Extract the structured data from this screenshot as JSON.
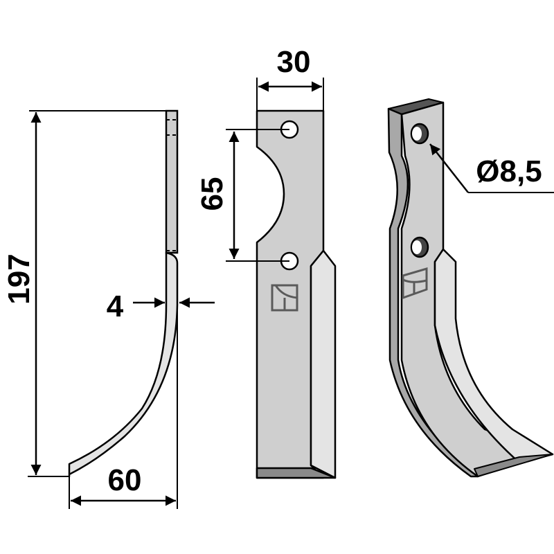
{
  "diagram": {
    "subject": "Rotary tiller blade technical drawing",
    "views": [
      {
        "name": "side-view",
        "description": "Side profile of curved blade"
      },
      {
        "name": "front-view",
        "description": "Front view with mounting holes"
      },
      {
        "name": "perspective-view",
        "description": "3D perspective of blade"
      }
    ],
    "dimensions": {
      "height": "197",
      "thickness": "4",
      "width_bottom": "60",
      "width_top": "30",
      "hole_spacing": "65",
      "hole_diameter": "Ø8,5"
    },
    "colors": {
      "line": "#000000",
      "face_main": "#cfcfcf",
      "face_light": "#e4e4e4",
      "face_dark": "#8a8a8a",
      "face_side": "#a8a8a8",
      "logo": "#5a5a5a"
    }
  }
}
